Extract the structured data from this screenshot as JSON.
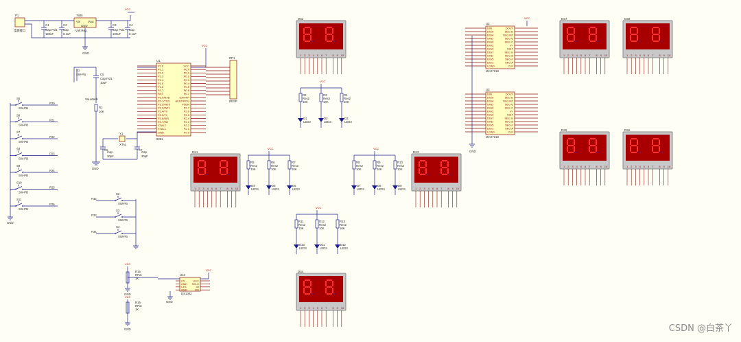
{
  "watermark": "CSDN @白茶丫",
  "power_jack": {
    "ref": "P1",
    "label": "电源接口"
  },
  "regulator": {
    "ref": "7805",
    "vin": "Vin",
    "vout": "Vout",
    "gnd": "GND",
    "note": "Volt Reg"
  },
  "caps_power": [
    {
      "ref": "C1",
      "type": "Cap Pol1",
      "val": "100uF"
    },
    {
      "ref": "C2",
      "type": "Cap",
      "val": "0.1uF"
    },
    {
      "ref": "C3",
      "type": "Cap Pol1",
      "val": "100uF"
    },
    {
      "ref": "C4",
      "type": "Cap",
      "val": "0.1uF"
    }
  ],
  "reset": {
    "sw": "S1",
    "sw_type": "SW-PB",
    "cap": "C5",
    "cap_type": "Cap Pol1",
    "cap_val": "10uF",
    "res": "R1",
    "res_val": "10K",
    "node": "Val.attach"
  },
  "mcu": {
    "ref": "U1",
    "part": "8051",
    "left_pins": [
      "P1.0",
      "P1.1",
      "P1.2",
      "P1.3",
      "P1.4",
      "P1.5",
      "P1.6",
      "P1.7",
      "RST",
      "P3.0/RXD",
      "P3.1/TXD",
      "P3.2/INT0",
      "P3.3/INT1",
      "P3.4/T0",
      "P3.5/T1",
      "P3.6/WR",
      "P3.7/RD",
      "XTAL2",
      "XTAL1",
      "GND"
    ],
    "right_pins": [
      "VCC",
      "P0.0",
      "P0.1",
      "P0.2",
      "P0.3",
      "P0.4",
      "P0.5",
      "P0.6",
      "P0.7",
      "EA/VPP",
      "ALE/PROG",
      "PSEN",
      "P2.7",
      "P2.6",
      "P2.5",
      "P2.4",
      "P2.3",
      "P2.2",
      "P2.1",
      "P2.0"
    ]
  },
  "crystal": {
    "ref": "Y1",
    "label": "XTAL",
    "caps": [
      {
        "ref": "C6",
        "type": "Cap",
        "val": "30pF"
      },
      {
        "ref": "C7",
        "type": "Cap",
        "val": "30pF"
      }
    ]
  },
  "resistor_pack": {
    "ref": "RP1",
    "type": "RESP"
  },
  "buttons_left": [
    {
      "ref": "S5",
      "type": "SW-PB",
      "net": "P20"
    },
    {
      "ref": "S6",
      "type": "SW-PB",
      "net": "P21"
    },
    {
      "ref": "S7",
      "type": "SW-PB",
      "net": "P22"
    },
    {
      "ref": "S8",
      "type": "SW-PB",
      "net": "P23"
    },
    {
      "ref": "S9",
      "type": "SW-PB",
      "net": "P24"
    },
    {
      "ref": "S10",
      "type": "SW-PB",
      "net": "P25"
    },
    {
      "ref": "S11",
      "type": "SW-PB",
      "net": "P26"
    }
  ],
  "buttons_mid": [
    {
      "ref": "S2",
      "type": "SW-PB",
      "net": "P32"
    },
    {
      "ref": "S3",
      "type": "SW-PB",
      "net": "P33"
    },
    {
      "ref": "S4",
      "type": "SW-PB",
      "net": "P34"
    }
  ],
  "displays": [
    "DS1",
    "DS2",
    "DS3",
    "DS4",
    "DS5",
    "DS6",
    "DS7",
    "DS8"
  ],
  "led_groups": [
    {
      "vcc": "VCC",
      "res": [
        "R2",
        "R3",
        "R4"
      ],
      "res_val": "10K",
      "res_type": "Res2",
      "leds": [
        "D1",
        "D2",
        "D3"
      ],
      "led_type": "LED3"
    },
    {
      "vcc": "VCC",
      "res": [
        "R5",
        "R6",
        "R7"
      ],
      "res_val": "10K",
      "res_type": "Res2",
      "leds": [
        "D4",
        "D5",
        "D6"
      ],
      "led_type": "LED3"
    },
    {
      "vcc": "VCC",
      "res": [
        "R8",
        "R9",
        "R10"
      ],
      "res_val": "10K",
      "res_type": "Res2",
      "leds": [
        "D7",
        "D8",
        "D9"
      ],
      "led_type": "LED3"
    },
    {
      "vcc": "VCC",
      "res": [
        "R11",
        "R12",
        "R13"
      ],
      "res_val": "10K",
      "res_type": "Res2",
      "leds": [
        "D10",
        "D11",
        "D12"
      ],
      "led_type": "LED3"
    }
  ],
  "max_chips": [
    {
      "ref": "U2",
      "part": "MAX7219",
      "left": [
        "DIN",
        "DIG0",
        "DIG4",
        "GND",
        "DIG6",
        "DIG2",
        "DIG3",
        "DIG7",
        "GND",
        "DIG5",
        "DIG1",
        "LOAD"
      ],
      "right": [
        "DOUT",
        "SEG D",
        "SEG DP",
        "SEG E",
        "SEG C",
        "V+",
        "ISET",
        "SEG G",
        "SEG B",
        "SEG F",
        "SEG A",
        "CLK"
      ]
    },
    {
      "ref": "U3",
      "part": "MAX7219",
      "left": [
        "DIN",
        "DIG0",
        "DIG4",
        "GND",
        "DIG6",
        "DIG2",
        "DIG3",
        "DIG7",
        "GND",
        "DIG5",
        "DIG1",
        "LOAD"
      ],
      "right": [
        "DOUT",
        "SEG D",
        "SEG DP",
        "SEG E",
        "SEG C",
        "V+",
        "ISET",
        "SEG G",
        "SEG B",
        "SEG F",
        "SEG A",
        "CLK"
      ]
    }
  ],
  "ds1302": {
    "ref": "U12",
    "part": "DS1302",
    "left": [
      "CS",
      "CMK",
      "CH1",
      "GND"
    ],
    "right": [
      "VCC",
      "SCLK",
      "IO",
      "DO"
    ]
  },
  "bottom_res": [
    {
      "ref": "R15",
      "type": "RPot",
      "val": "1K"
    },
    {
      "ref": "R16",
      "type": "RPot",
      "val": "1K"
    }
  ],
  "labels": {
    "vcc": "VCC",
    "gnd": "GND"
  }
}
